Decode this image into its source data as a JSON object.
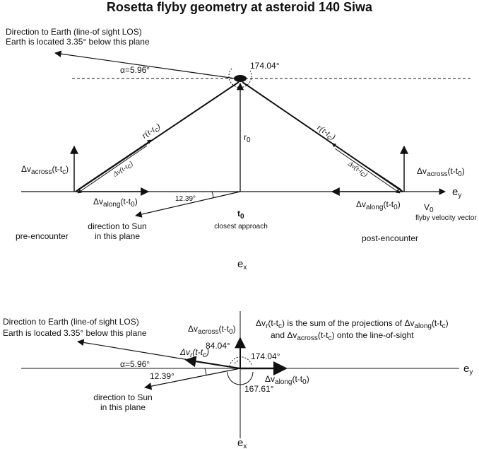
{
  "title": "Rosetta flyby geometry at asteroid 140 Siwa",
  "top": {
    "earth_dir_line1": "Direction to Earth (line-of sight LOS)",
    "earth_dir_line2": "Earth is located 3.35° below this plane",
    "alpha": "α=5.96°",
    "angle_174": "174.04°",
    "r_left": "r(t-t",
    "r_left_sub": "c",
    "r_right": "r(t-t",
    "r_right_sub": "c",
    "r0": "r",
    "r0_sub": "0",
    "dv_left": "Δv(t-t",
    "dv_left_sub": "c",
    "dv_right": "Δv(t-t",
    "dv_right_sub": "c",
    "across_left": "Δv",
    "across_left_sub": "across",
    "across_left_tail": "(t-t",
    "across_left_tail_sub": "c",
    "across_right": "Δv",
    "across_right_sub": "across",
    "across_right_tail": "(t-t",
    "across_right_tail_sub": "0",
    "along_left": "Δv",
    "along_left_sub": "along",
    "along_left_tail": "(t-t",
    "along_left_tail_sub": "0",
    "along_right": "Δv",
    "along_right_sub": "along",
    "along_right_tail": "(t-t",
    "along_right_tail_sub": "0",
    "angle_12": "12.39°",
    "t0": "t",
    "t0_sub": "0",
    "closest": "closest approach",
    "sun_line1": "direction to Sun",
    "sun_line2": "in this plane",
    "v0": "V",
    "v0_sub": "0",
    "flyby_vec": "flyby velocity vector",
    "ey": "e",
    "ey_sub": "y",
    "ex": "e",
    "ex_sub": "x",
    "pre": "pre-encounter",
    "post": "post-encounter"
  },
  "bottom": {
    "earth_dir_line1": "Direction to Earth (line-of sight LOS)",
    "earth_dir_line2": "Earth is located 3.35° below this plane",
    "across": "Δv",
    "across_sub": "across",
    "across_tail": "(t-t",
    "across_tail_sub": "0",
    "note_line1_a": "Δv",
    "note_line1_sub": "r",
    "note_line1_b": "(t-t",
    "note_line1_sub2": "c",
    "note_line1_c": ") is the sum of the projections of Δv",
    "note_line1_sub3": "along",
    "note_line1_d": "(t-t",
    "note_line1_sub4": "c",
    "note_line1_e": ")",
    "note_line2_a": "and Δv",
    "note_line2_sub": "across",
    "note_line2_b": "(t-t",
    "note_line2_sub2": "c",
    "note_line2_c": ") onto the line-of-sight",
    "angle_84": "84.04°",
    "angle_174": "174.04°",
    "dvr": "Δv",
    "dvr_sub": "r",
    "dvr_tail": "(t-t",
    "dvr_tail_sub": "c",
    "alpha": "α=5.96°",
    "along": "Δv",
    "along_sub": "along",
    "along_tail": "(t-t",
    "along_tail_sub": "0",
    "angle_12": "12.39°",
    "angle_167": "167.61°",
    "sun_line1": "direction to Sun",
    "sun_line2": "in this plane",
    "ey": "e",
    "ey_sub": "y",
    "ex": "e",
    "ex_sub": "x"
  }
}
